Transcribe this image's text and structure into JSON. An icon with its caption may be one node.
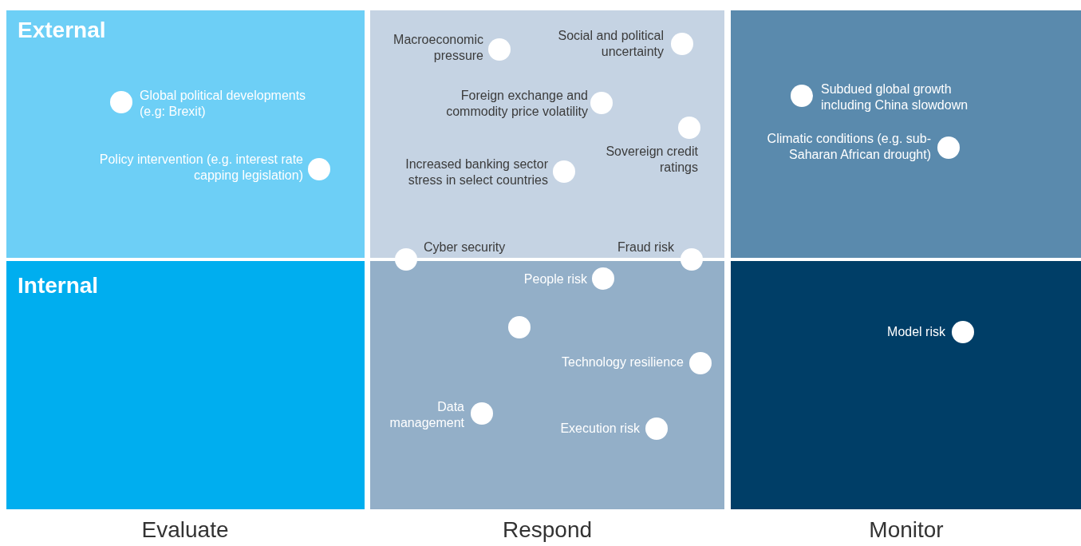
{
  "diagram": {
    "nodes": [
      {
        "text": [
          "External",
          "Global political developments (e.g: Brexit)",
          "Policy intervention (e.g. interest rate capping legislation)"
        ]
      },
      {
        "text": [
          "Macroeconomic pressure",
          "Social and political uncertainty",
          "Foreign exchange and commodity price volatility",
          "Sovereign credit ratings",
          "Increased banking sector stress in select countries",
          "Cyber security",
          "Fraud risk"
        ]
      },
      {
        "text": [
          "Subdued global growth including China slowdown",
          "Climatic conditions (e.g. sub-Saharan African drought)"
        ]
      },
      {
        "text": [
          "Internal"
        ]
      },
      {
        "text": [
          "People risk",
          "Technology resilience",
          "Data management",
          "Execution risk"
        ]
      },
      {
        "text": [
          "Model risk"
        ]
      }
    ],
    "edges": [],
    "labels": [
      "Evaluate",
      "Respond",
      "Monitor"
    ]
  }
}
